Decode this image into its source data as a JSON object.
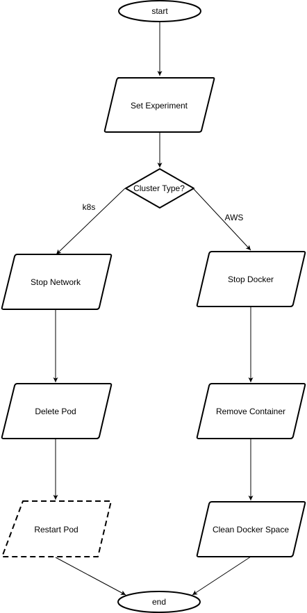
{
  "diagram": {
    "nodes": {
      "start": {
        "label": "start",
        "shape": "terminator"
      },
      "set_experiment": {
        "label": "Set Experiment",
        "shape": "parallelogram"
      },
      "cluster_type": {
        "label": "Cluster Type?",
        "shape": "decision"
      },
      "stop_network": {
        "label": "Stop Network",
        "shape": "parallelogram"
      },
      "delete_pod": {
        "label": "Delete Pod",
        "shape": "parallelogram"
      },
      "restart_pod": {
        "label": "Restart Pod",
        "shape": "parallelogram",
        "style": "dashed"
      },
      "stop_docker": {
        "label": "Stop Docker",
        "shape": "parallelogram"
      },
      "remove_container": {
        "label": "Remove Container",
        "shape": "parallelogram"
      },
      "clean_docker_space": {
        "label": "Clean Docker Space",
        "shape": "parallelogram"
      },
      "end": {
        "label": "end",
        "shape": "terminator"
      }
    },
    "edges": {
      "start_to_set": {
        "from": "start",
        "to": "set_experiment",
        "label": ""
      },
      "set_to_cluster": {
        "from": "set_experiment",
        "to": "cluster_type",
        "label": ""
      },
      "cluster_to_network": {
        "from": "cluster_type",
        "to": "stop_network",
        "label": "k8s"
      },
      "cluster_to_docker": {
        "from": "cluster_type",
        "to": "stop_docker",
        "label": "AWS"
      },
      "network_to_delete": {
        "from": "stop_network",
        "to": "delete_pod",
        "label": ""
      },
      "delete_to_restart": {
        "from": "delete_pod",
        "to": "restart_pod",
        "label": ""
      },
      "restart_to_end": {
        "from": "restart_pod",
        "to": "end",
        "label": ""
      },
      "docker_to_remove": {
        "from": "stop_docker",
        "to": "remove_container",
        "label": ""
      },
      "remove_to_clean": {
        "from": "remove_container",
        "to": "clean_docker_space",
        "label": ""
      },
      "clean_to_end": {
        "from": "clean_docker_space",
        "to": "end",
        "label": ""
      }
    }
  }
}
